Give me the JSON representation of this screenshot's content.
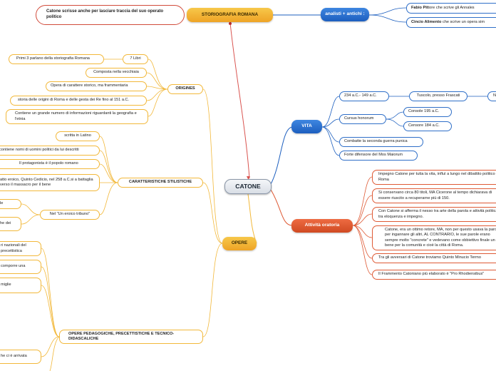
{
  "central": "CATONE",
  "storiografia": {
    "title": "STORIOGRAFIA ROMANA",
    "note": "Catone scrisse anche per lasciare traccia del suo operato politico"
  },
  "analisti": {
    "title": "analisti + antichi :",
    "fabio": {
      "name": "Fabio Pit",
      "text": "tore che scrive gli Annales"
    },
    "cincio": {
      "name": "Cincio Alimento",
      "text": "che scrive un opera sim"
    }
  },
  "vita": {
    "title": "VITA",
    "dates": "234 a.C.- 149 a.C.",
    "tuscolo": "Tuscolo, presso Frascati",
    "tuscolo_next": "N",
    "cursus": "Cursus honorum",
    "console": "Console 195 a.C.",
    "censore": "Censore 184 a.C.",
    "guerra": "Combatte la seconda guerra punica",
    "mos": "Forte difensore del Mos Maiorum"
  },
  "oratoria": {
    "title": "Attività oratoria",
    "items": [
      "Impegno Catone per tutta la vita, influì a lungo nel dibattito politico a Roma",
      "Si conservano circa 80 titoli, MA Cicerone al tempo dichiarava di essere riuscito a recuperarne più di 150.",
      "Con Catone si afferma il nesso tra arte della parola e attività politica, tra eloquenza e impegno.",
      "Catone, era un ottimo retore, MA, non per questo usava la parola per ingannare gli altri, AL CONTRARIO, le sue parole erano sempre molto \"concrete\" e vedevano come obbiettivo finale un bene per la comunità e cioè la città di Roma.",
      "Tra gli avversari di Catone troviamo Quinto Minucio Termo",
      "Il Frammento Catoniano più elaborato è \"Pro Rhodiensibus\""
    ]
  },
  "opere": {
    "title": "OPERE",
    "origines": {
      "title": "ORIGINES",
      "items": [
        "7 Libri",
        "Primi 3 parlano della storiografia Romana",
        "Composta nella vecchiaia",
        "Opera di carattere storico, ma frammentaria",
        "storia delle origini di Roma e delle gesta dei Re fino al 151 a.C.",
        "Contiene un grande numero di informazioni riguardanti la geografia e l'etnia"
      ]
    },
    "stile": {
      "title": "CARATTERISTICHE STILISTICHE",
      "items": [
        "scritta in Latino",
        "contiene nomi di uomini politici da lui descritti",
        "Il protagonista è il popolo romano",
        "atto eroico, Quinto Cedicio, nel 258 a.C.si a battaglia verso il massacro per il bene"
      ],
      "tribuno": {
        "title": "Nel \"Un eroico tribuno\"",
        "items": [
          "le",
          "he dei"
        ]
      }
    },
    "pedagogiche": {
      "title": "OPERE PEDAGOGICHE, PRECETTISTICHE E TECNICO-DIDASCALICHE",
      "items": [
        "ri nazionali del precettistica",
        "comporre una",
        "miglie",
        "he ci è arrivata"
      ]
    }
  }
}
